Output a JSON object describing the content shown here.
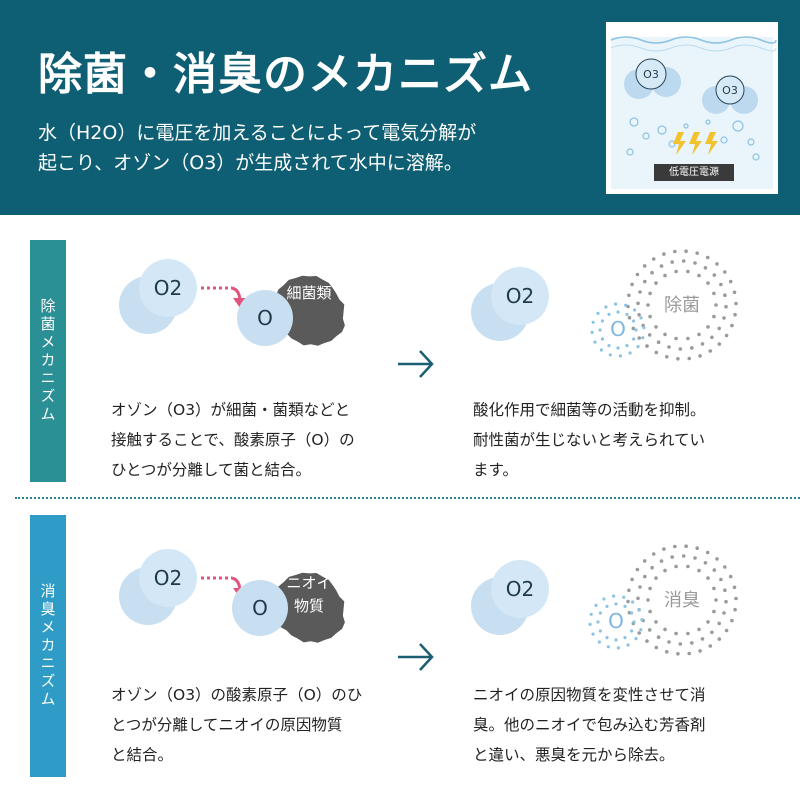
{
  "header": {
    "title": "除菌・消臭のメカニズム",
    "subtitle_lines": [
      "水（H2O）に電圧を加えることによって電気分解が",
      "起こり、オゾン（O3）が生成されて水中に溶解。"
    ],
    "illustration": {
      "o3_label": "O3",
      "power_label": "低電圧電源"
    }
  },
  "sections": [
    {
      "tab_label": "除菌メカニズム",
      "step1": {
        "o2_label": "O2",
        "o_label": "O",
        "target_label": "細菌類"
      },
      "step1_text": [
        "オゾン（O3）が細菌・菌類などと",
        "接触することで、酸素原子（O）の",
        "ひとつが分離して菌と結合。"
      ],
      "step2": {
        "o2_label": "O2",
        "o_label": "O",
        "result_label": "除菌"
      },
      "step2_text": [
        "酸化作用で細菌等の活動を抑制。",
        "耐性菌が生じないと考えられてい",
        "ます。"
      ]
    },
    {
      "tab_label": "消臭メカニズム",
      "step1": {
        "o2_label": "O2",
        "o_label": "O",
        "target_label_line1": "ニオイ",
        "target_label_line2": "物質"
      },
      "step1_text": [
        "オゾン（O3）の酸素原子（O）のひ",
        "とつが分離してニオイの原因物質",
        "と結合。"
      ],
      "step2": {
        "o2_label": "O2",
        "o_label": "O",
        "result_label": "消臭"
      },
      "step2_text": [
        "ニオイの原因物質を変性させて消",
        "臭。他のニオイで包み込む芳香剤",
        "と違い、悪臭を元から除去。"
      ]
    }
  ],
  "colors": {
    "header_bg": "#0f5f74",
    "tab1": "#2b8f96",
    "tab2": "#2f9bc7",
    "bubble": "#c7dff1",
    "bubble_dark": "#1f3a4a",
    "arrow_pink": "#e0557e",
    "blob": "#5a5a5a",
    "arrow_teal": "#1d5f72"
  }
}
